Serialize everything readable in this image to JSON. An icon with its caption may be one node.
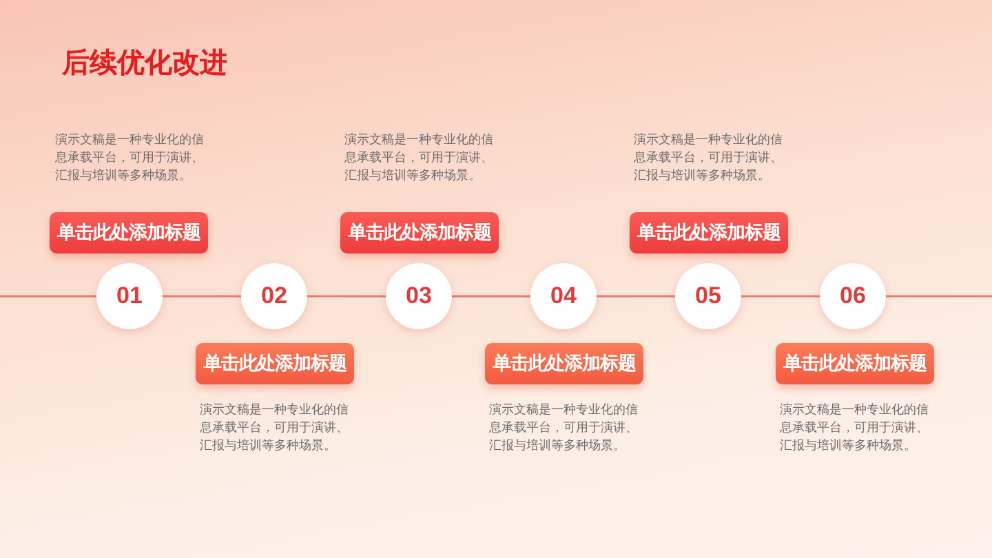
{
  "diagram": {
    "title": "后续优化改进",
    "nodes": [
      {
        "text": [
          "01"
        ]
      },
      {
        "text": [
          "单击此处添加标题"
        ],
        "beside": [
          "演示文稿是一种专业化的信息承载平台，可用于演讲、汇报与培训等多种场景。"
        ]
      },
      {
        "text": [
          "02"
        ]
      },
      {
        "text": [
          "单击此处添加标题"
        ],
        "beside": [
          "演示文稿是一种专业化的信息承载平台，可用于演讲、汇报与培训等多种场景。"
        ]
      },
      {
        "text": [
          "03"
        ]
      },
      {
        "text": [
          "单击此处添加标题"
        ],
        "beside": [
          "演示文稿是一种专业化的信息承载平台，可用于演讲、汇报与培训等多种场景。"
        ]
      },
      {
        "text": [
          "04"
        ]
      },
      {
        "text": [
          "单击此处添加标题"
        ],
        "beside": [
          "演示文稿是一种专业化的信息承载平台，可用于演讲、汇报与培训等多种场景。"
        ]
      },
      {
        "text": [
          "05"
        ]
      },
      {
        "text": [
          "单击此处添加标题"
        ],
        "beside": [
          "演示文稿是一种专业化的信息承载平台，可用于演讲、汇报与培训等多种场景。"
        ]
      },
      {
        "text": [
          "06"
        ]
      },
      {
        "text": [
          "单击此处添加标题"
        ],
        "beside": [
          "演示文稿是一种专业化的信息承载平台，可用于演讲、汇报与培训等多种场景。"
        ]
      }
    ],
    "edges": [
      {
        "from": null,
        "to": 0,
        "arrow": "none"
      },
      {
        "from": 0,
        "to": 2,
        "arrow": "none"
      },
      {
        "from": 2,
        "to": 4,
        "arrow": "none"
      },
      {
        "from": 4,
        "to": 6,
        "arrow": "none"
      },
      {
        "from": 6,
        "to": 8,
        "arrow": "none"
      },
      {
        "from": 8,
        "to": 10,
        "arrow": "none"
      },
      {
        "from": 10,
        "to": null,
        "arrow": "none"
      }
    ]
  }
}
